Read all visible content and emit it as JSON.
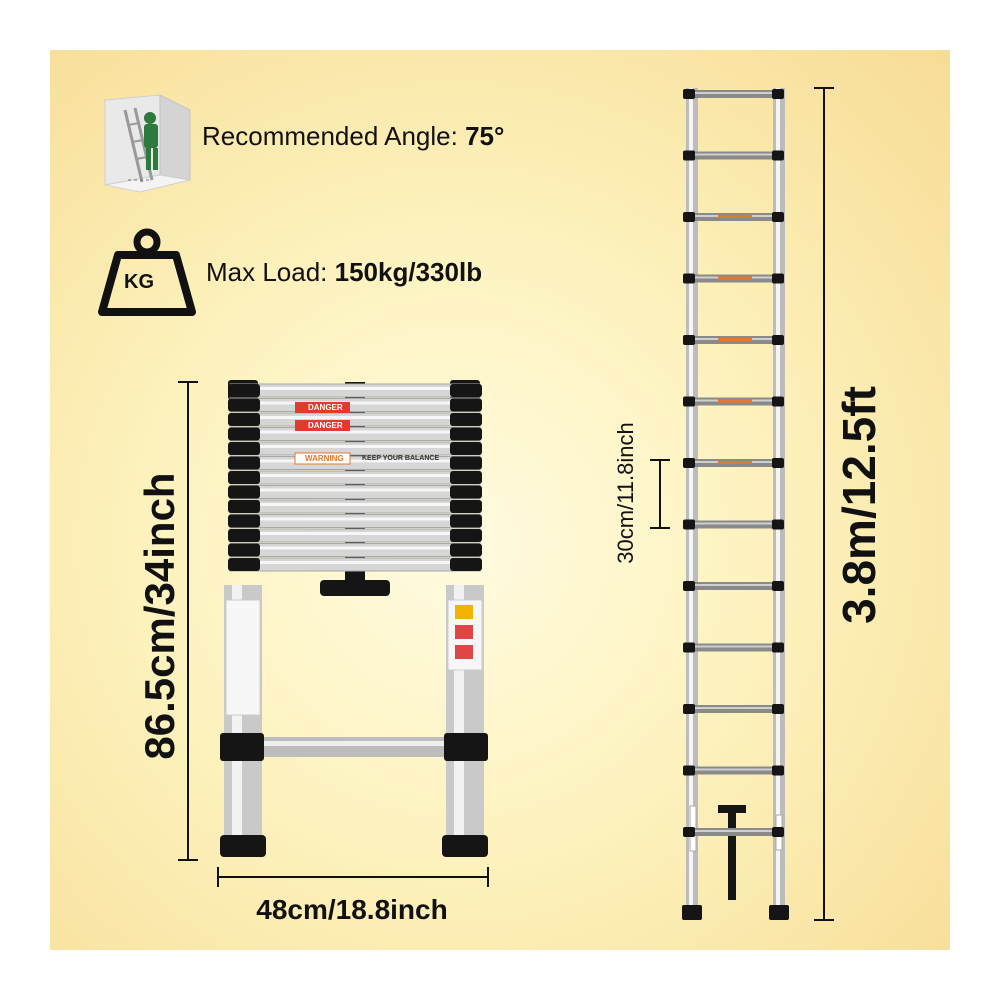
{
  "features": {
    "angle_label": "Recommended Angle:",
    "angle_value": "75°",
    "load_label": "Max Load:",
    "load_value": "150kg/330lb",
    "kg_badge": "KG"
  },
  "dimensions": {
    "closed_height": "86.5cm/34inch",
    "width": "48cm/18.8inch",
    "rung_spacing": "30cm/11.8inch",
    "extended_height": "3.8m/12.5ft"
  },
  "labels": {
    "danger": "DANGER",
    "warning": "WARNING",
    "balance": "KEEP YOUR BALANCE"
  },
  "colors": {
    "background": "#fdf2bd",
    "accent_orange": "#e8762b",
    "black": "#151515"
  }
}
